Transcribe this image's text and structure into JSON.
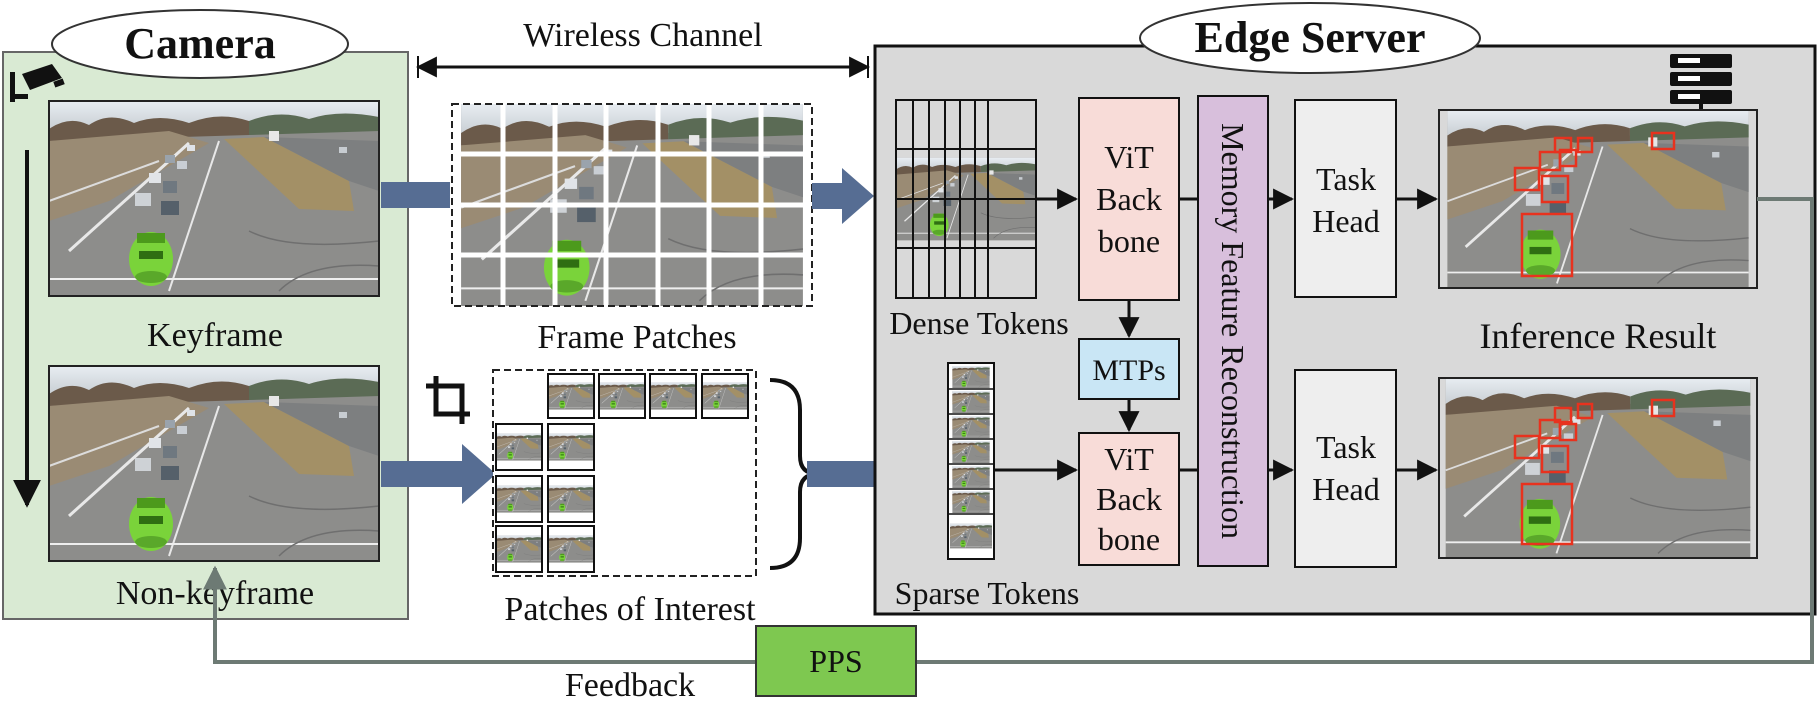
{
  "camera": {
    "title": "Camera",
    "keyframe_label": "Keyframe",
    "nonkeyframe_label": "Non-keyframe",
    "panel_color": "#d9ead3",
    "icon": "cctv-camera-icon"
  },
  "channel": {
    "label": "Wireless Channel",
    "frame_patches_label": "Frame Patches",
    "patches_of_interest_label": "Patches of Interest",
    "crop_icon": "crop-icon"
  },
  "edge_server": {
    "title": "Edge Server",
    "panel_color": "#d9d9d9",
    "icon": "server-icon",
    "dense_tokens_label": "Dense Tokens",
    "sparse_tokens_label": "Sparse Tokens",
    "vit_top": [
      "ViT",
      "Back",
      "bone"
    ],
    "vit_bottom": [
      "ViT",
      "Back",
      "bone"
    ],
    "mtps_label": "MTPs",
    "memory_label": "Memory Feature Reconstruction",
    "task_head_top": [
      "Task",
      "Head"
    ],
    "task_head_bottom": [
      "Task",
      "Head"
    ],
    "inference_result_label": "Inference Result",
    "colors": {
      "vit": "#f8dcd8",
      "mtps": "#c9e6f5",
      "memory": "#d8bfdc",
      "task_head": "#eeeeee"
    }
  },
  "feedback": {
    "label": "Feedback",
    "pps_label": "PPS",
    "pps_color": "#7ec850",
    "arrow_color": "#6d7a74"
  }
}
